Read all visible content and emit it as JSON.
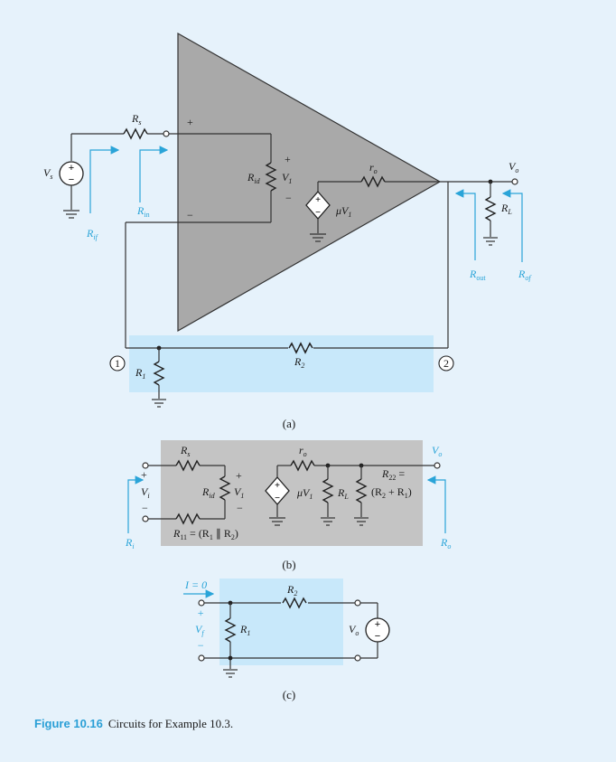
{
  "figure": {
    "number": "Figure 10.16",
    "caption": "Circuits for Example 10.3."
  },
  "panel_a": {
    "caption": "(a)",
    "labels": {
      "vs": "V",
      "vs_sub": "s",
      "rs": "R",
      "rs_sub": "s",
      "rin": "R",
      "rin_sub": "in",
      "rif": "R",
      "rif_sub": "if",
      "plus_in": "+",
      "minus_in": "−",
      "rid": "R",
      "rid_sub": "id",
      "v1_plus": "+",
      "v1": "V",
      "v1_sub": "1",
      "v1_minus": "−",
      "ro": "r",
      "ro_sub": "o",
      "mu_v1": "μV",
      "mu_v1_sub": "1",
      "vo": "V",
      "vo_sub": "o",
      "rl": "R",
      "rl_sub": "L",
      "rout": "R",
      "rout_sub": "out",
      "rof": "R",
      "rof_sub": "of",
      "node1": "1",
      "node2": "2",
      "r1": "R",
      "r1_sub": "1",
      "r2": "R",
      "r2_sub": "2"
    }
  },
  "panel_b": {
    "caption": "(b)",
    "labels": {
      "rs": "R",
      "rs_sub": "s",
      "plus": "+",
      "vi": "V",
      "vi_sub": "i",
      "minus": "−",
      "ri": "R",
      "ri_sub": "i",
      "rid": "R",
      "rid_sub": "id",
      "v1_plus": "+",
      "v1": "V",
      "v1_sub": "1",
      "v1_minus": "−",
      "r11": "R",
      "r11_sub": "11",
      "r11_expr": " = (R",
      "r11_expr_sub1": "1",
      "r11_expr_mid": " ∥ R",
      "r11_expr_sub2": "2",
      "r11_expr_end": ")",
      "ro": "r",
      "ro_sub": "o",
      "mu_v1": "μV",
      "mu_v1_sub": "1",
      "rl": "R",
      "rl_sub": "L",
      "r22": "R",
      "r22_sub": "22",
      "r22_eq": " =",
      "r22_expr": "(R",
      "r22_expr_sub1": "2",
      "r22_expr_mid": " + R",
      "r22_expr_sub2": "1",
      "r22_expr_end": ")",
      "vo": "V",
      "vo_sub": "o",
      "ro_out": "R",
      "ro_out_sub": "o"
    }
  },
  "panel_c": {
    "caption": "(c)",
    "labels": {
      "i0": "I = 0",
      "plus": "+",
      "vf": "V",
      "vf_sub": "f",
      "minus": "−",
      "r2": "R",
      "r2_sub": "2",
      "r1": "R",
      "r1_sub": "1",
      "vo": "V",
      "vo_sub": "o"
    }
  },
  "colors": {
    "background": "#e6f2fb",
    "triangle": "#a9a9a9",
    "highlight": "#c8e8fa",
    "gray_box": "#c4c4c4",
    "accent": "#2aa4d8"
  }
}
